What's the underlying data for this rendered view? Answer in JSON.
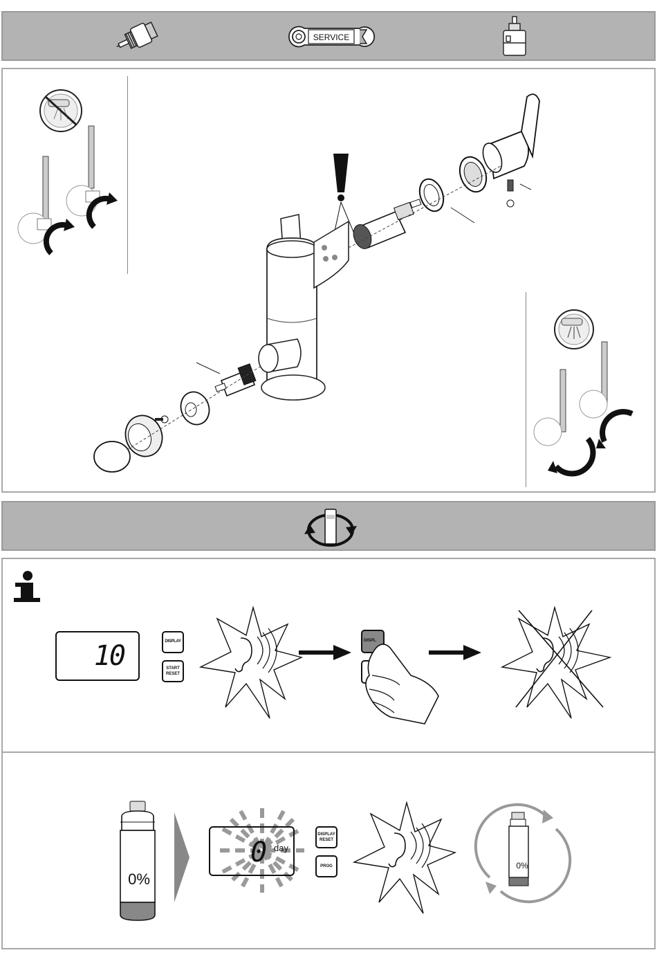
{
  "header": {
    "service_label": "SERVICE",
    "left_icon": "cartridge-insert-icon",
    "center_icon": "service-wrench-icon",
    "right_icon": "mixer-cartridge-icon"
  },
  "section2": {
    "icon": "rotate-filter-icon"
  },
  "info": {
    "icon": "info-icon",
    "display_value": "10",
    "button_display": "DISPLAY",
    "button_start_line1": "START",
    "button_start_line2": "RESET",
    "pressed_button": "DISPL"
  },
  "filter": {
    "capacity": "0%",
    "display_value": "0",
    "display_unit": "day",
    "button_display_line1": "DISPLAY",
    "button_display_line2": "RESET",
    "button_prog": "PROG",
    "rotating_capacity": "0%"
  }
}
